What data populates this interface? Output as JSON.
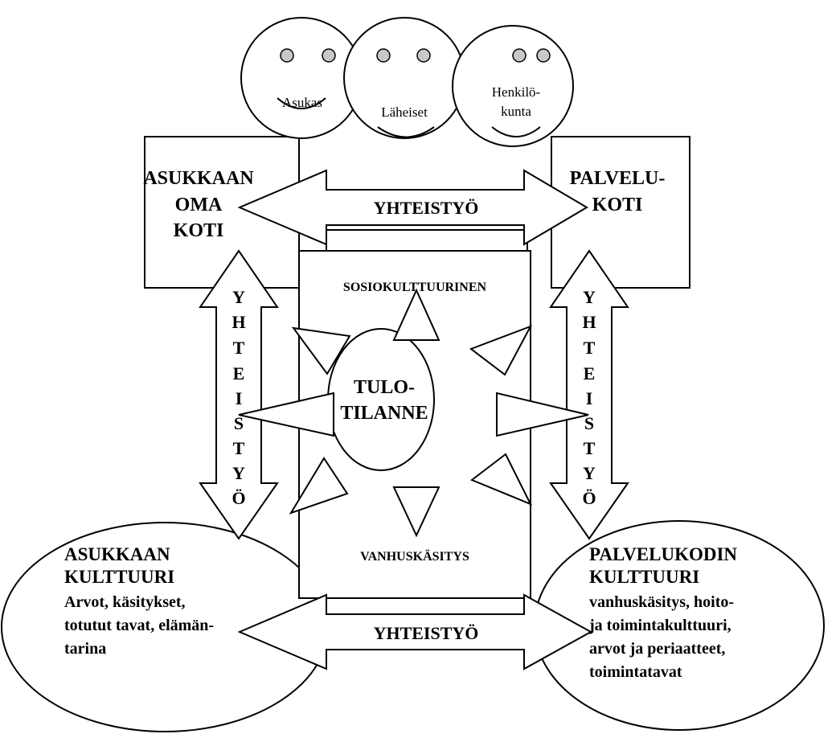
{
  "faces": [
    {
      "label_lines": [
        "Asukas"
      ]
    },
    {
      "label_lines": [
        "Läheiset"
      ]
    },
    {
      "label_lines": [
        "Henkilö-",
        "kunta"
      ]
    }
  ],
  "boxes": {
    "left_home": [
      "ASUKKAAN",
      "OMA",
      "KOTI"
    ],
    "right_home": [
      "PALVELU-",
      "KOTI"
    ]
  },
  "center_column": {
    "top_label": "SOSIOKULTTUURINEN",
    "bottom_label": "VANHUSKÄSITYS",
    "core_lines": [
      "TULO-",
      "TILANNE"
    ]
  },
  "cooperation": {
    "top": "YHTEISTYÖ",
    "bottom": "YHTEISTYÖ",
    "left_vertical": [
      "Y",
      "H",
      "T",
      "E",
      "I",
      "S",
      "T",
      "Y",
      "Ö"
    ],
    "right_vertical": [
      "Y",
      "H",
      "T",
      "E",
      "I",
      "S",
      "T",
      "Y",
      "Ö"
    ]
  },
  "cultures": {
    "left": {
      "title_lines": [
        "ASUKKAAN",
        "KULTTUURI"
      ],
      "body_lines": [
        "Arvot, käsitykset,",
        "totutut tavat, elämän-",
        "tarina"
      ]
    },
    "right": {
      "title_lines": [
        "PALVELUKODIN",
        "KULTTUURI"
      ],
      "body_lines": [
        "vanhuskäsitys, hoito-",
        "ja toimintakulttuuri,",
        "arvot ja periaatteet,",
        "toimintatavat"
      ]
    }
  }
}
